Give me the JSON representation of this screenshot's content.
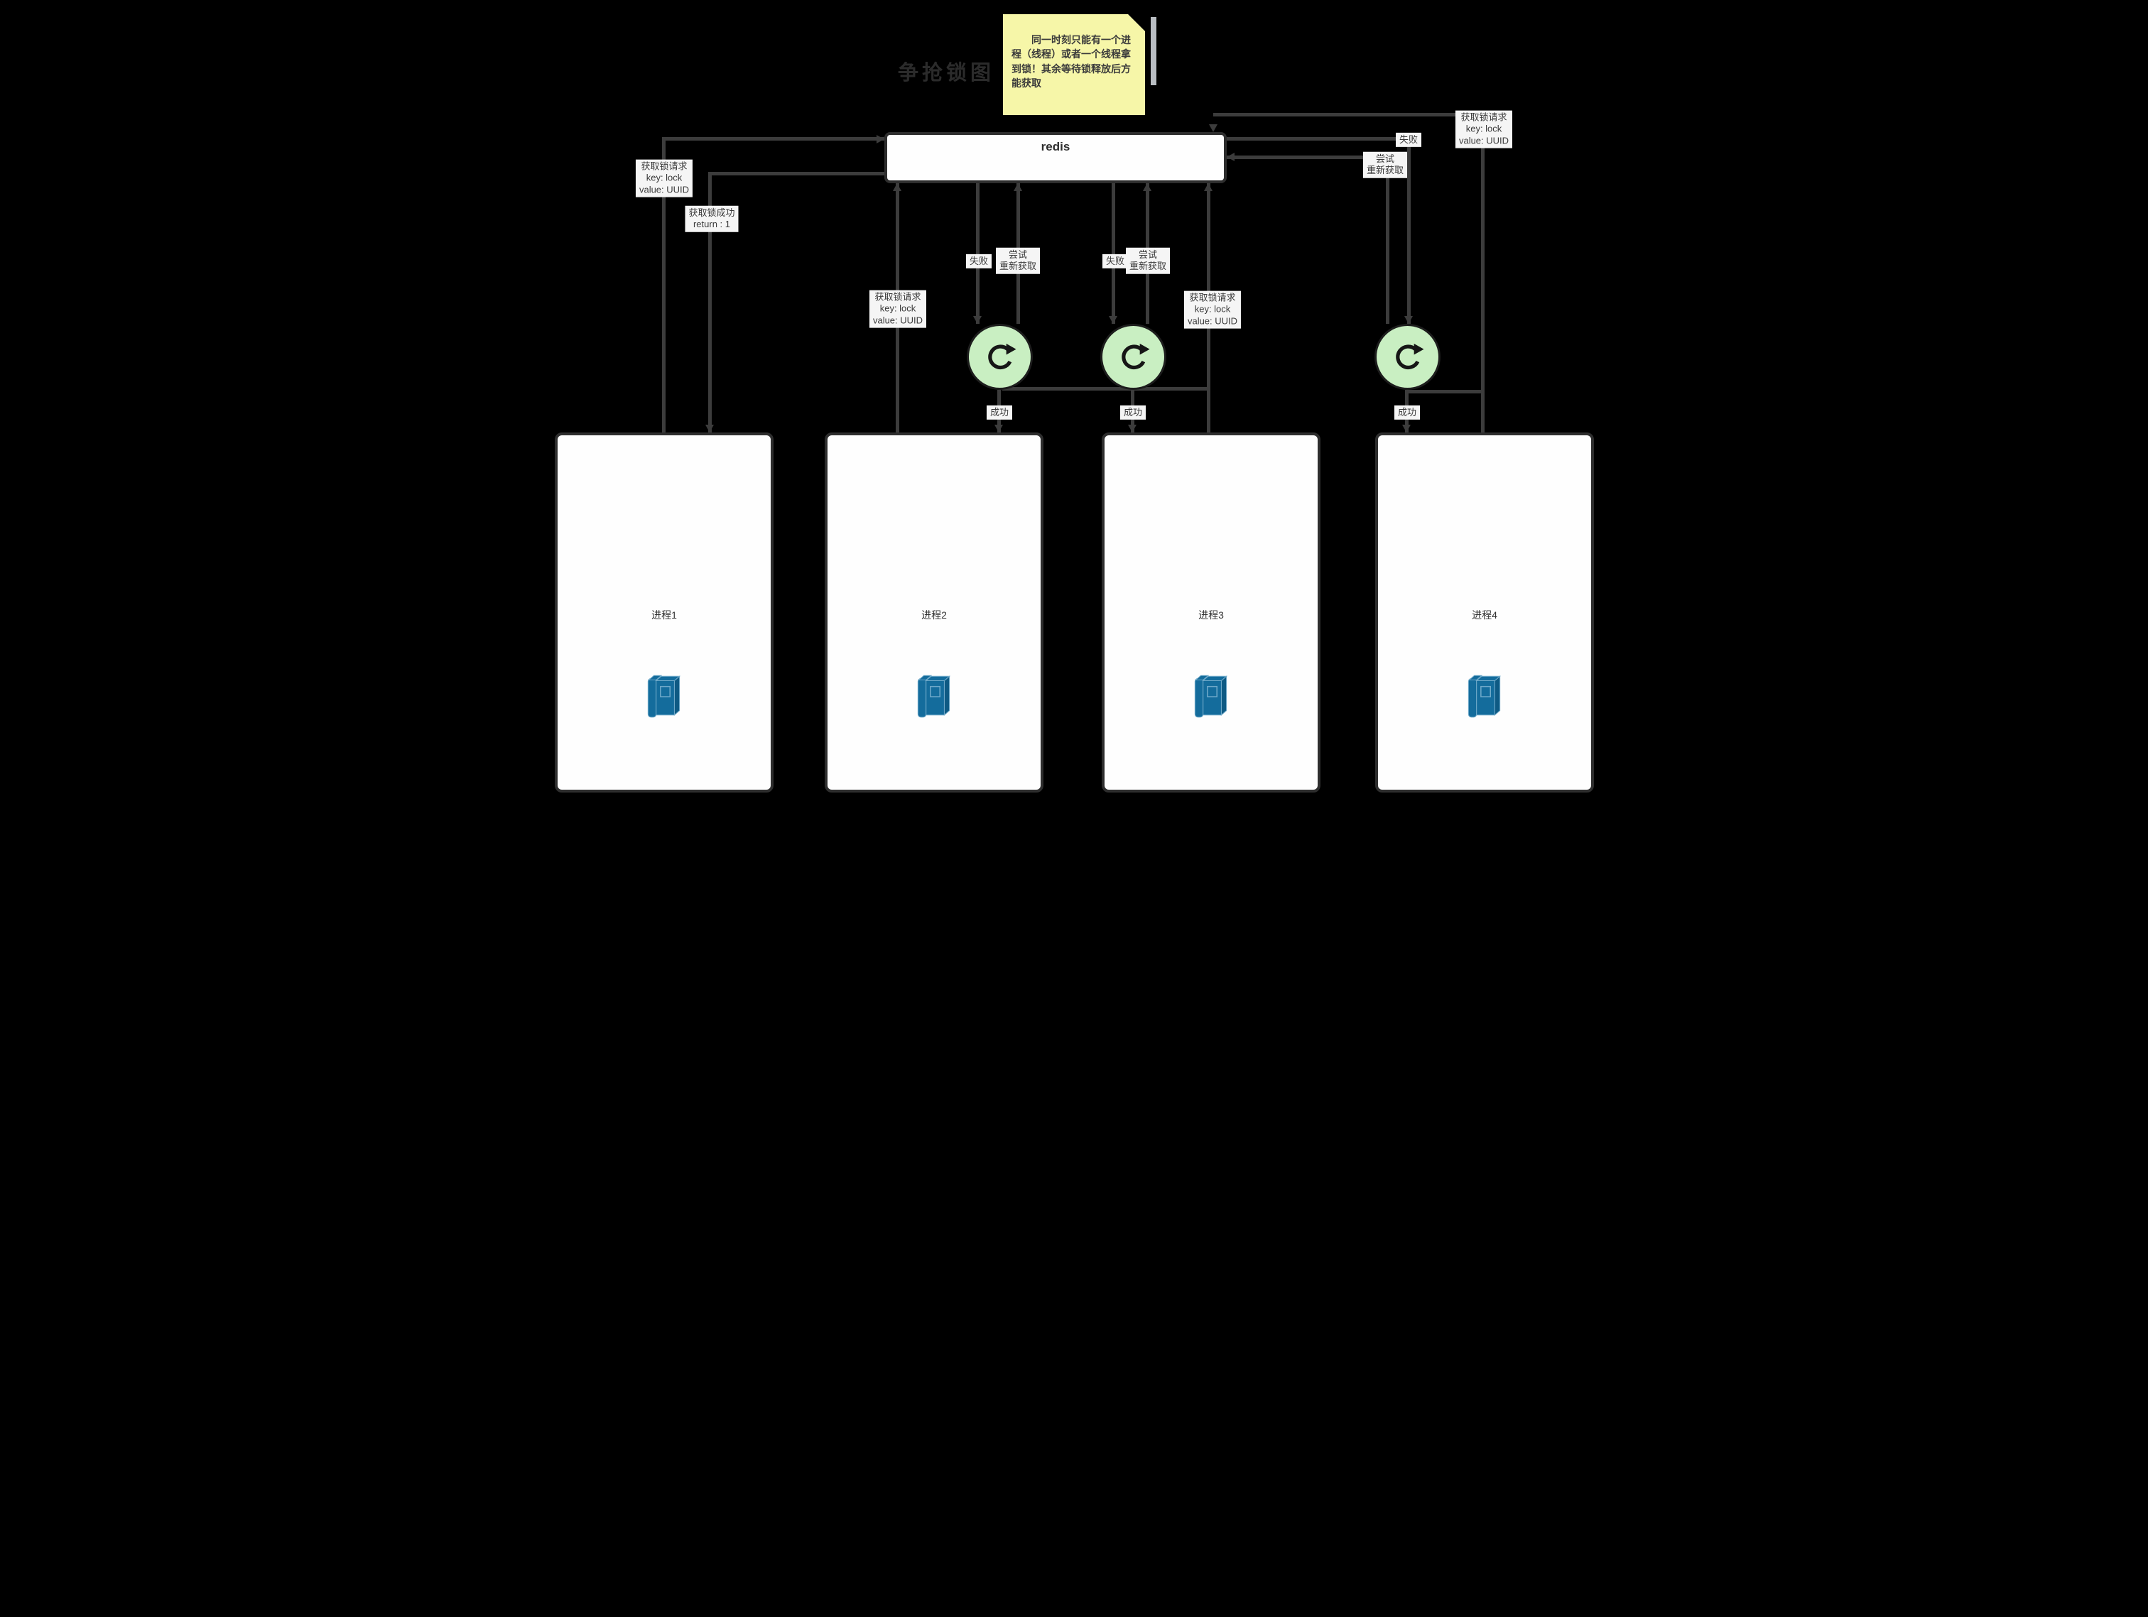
{
  "watermark": "争抢锁图",
  "note": {
    "text": "同一时刻只能有一个进程（线程）或者一个线程拿到锁！其余等待锁释放后方能获取"
  },
  "redis": {
    "label": "redis"
  },
  "processes": [
    {
      "label": "进程1"
    },
    {
      "label": "进程2"
    },
    {
      "label": "进程3"
    },
    {
      "label": "进程4"
    }
  ],
  "edge_labels": {
    "acquire_request": "获取锁请求\nkey: lock\nvalue: UUID",
    "acquire_success": "获取锁成功\nreturn : 1",
    "fail": "失败",
    "retry": "尝试\n重新获取",
    "success": "成功"
  },
  "icons": {
    "retry_circle": "refresh-clockwise-icon",
    "process_icon": "server-books-icon",
    "note_fold": "dog-ear-fold"
  },
  "colors": {
    "bg": "#000000",
    "line": "#3c3c3c",
    "node_border": "#2e2e2e",
    "node_fill": "#fefefe",
    "label_bg": "#f5f5f5",
    "label_text": "#3a3a3a",
    "note_bg": "#f6f6a8",
    "note_text": "#3b3b3b",
    "circle_fill": "#c9efc2",
    "circle_border": "#1d1d1d",
    "blue": "#146c9c",
    "blue_dark": "#0e5a84",
    "blue_light": "#6fa9c9",
    "watermark_color": "#2b2b2b"
  }
}
